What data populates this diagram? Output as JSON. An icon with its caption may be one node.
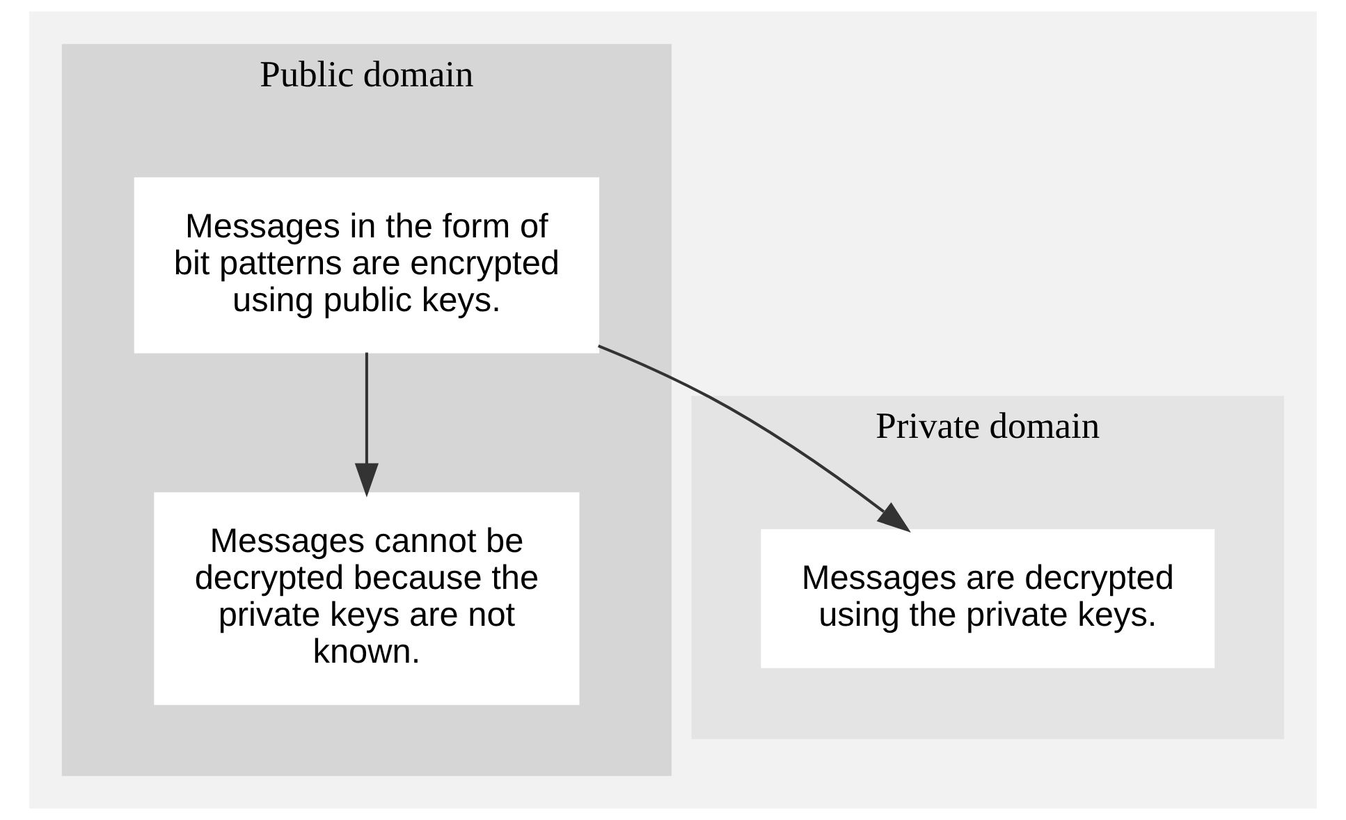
{
  "diagram": {
    "nodes": [
      {
        "text": [
          "Public domain"
        ]
      },
      {
        "text": [
          "Private domain"
        ]
      },
      {
        "text": [
          "Messages in the form of bit patterns are encrypted using public keys."
        ],
        "in": 0
      },
      {
        "text": [
          "Messages are decrypted using the private keys."
        ],
        "in": 1
      },
      {
        "text": [
          "Messages cannot be decrypted because the private keys are not known."
        ],
        "in": 0
      }
    ],
    "edges": [
      {
        "from": 2,
        "to": 4,
        "arrow": "to"
      },
      {
        "from": 2,
        "to": 3,
        "arrow": "to"
      }
    ]
  }
}
